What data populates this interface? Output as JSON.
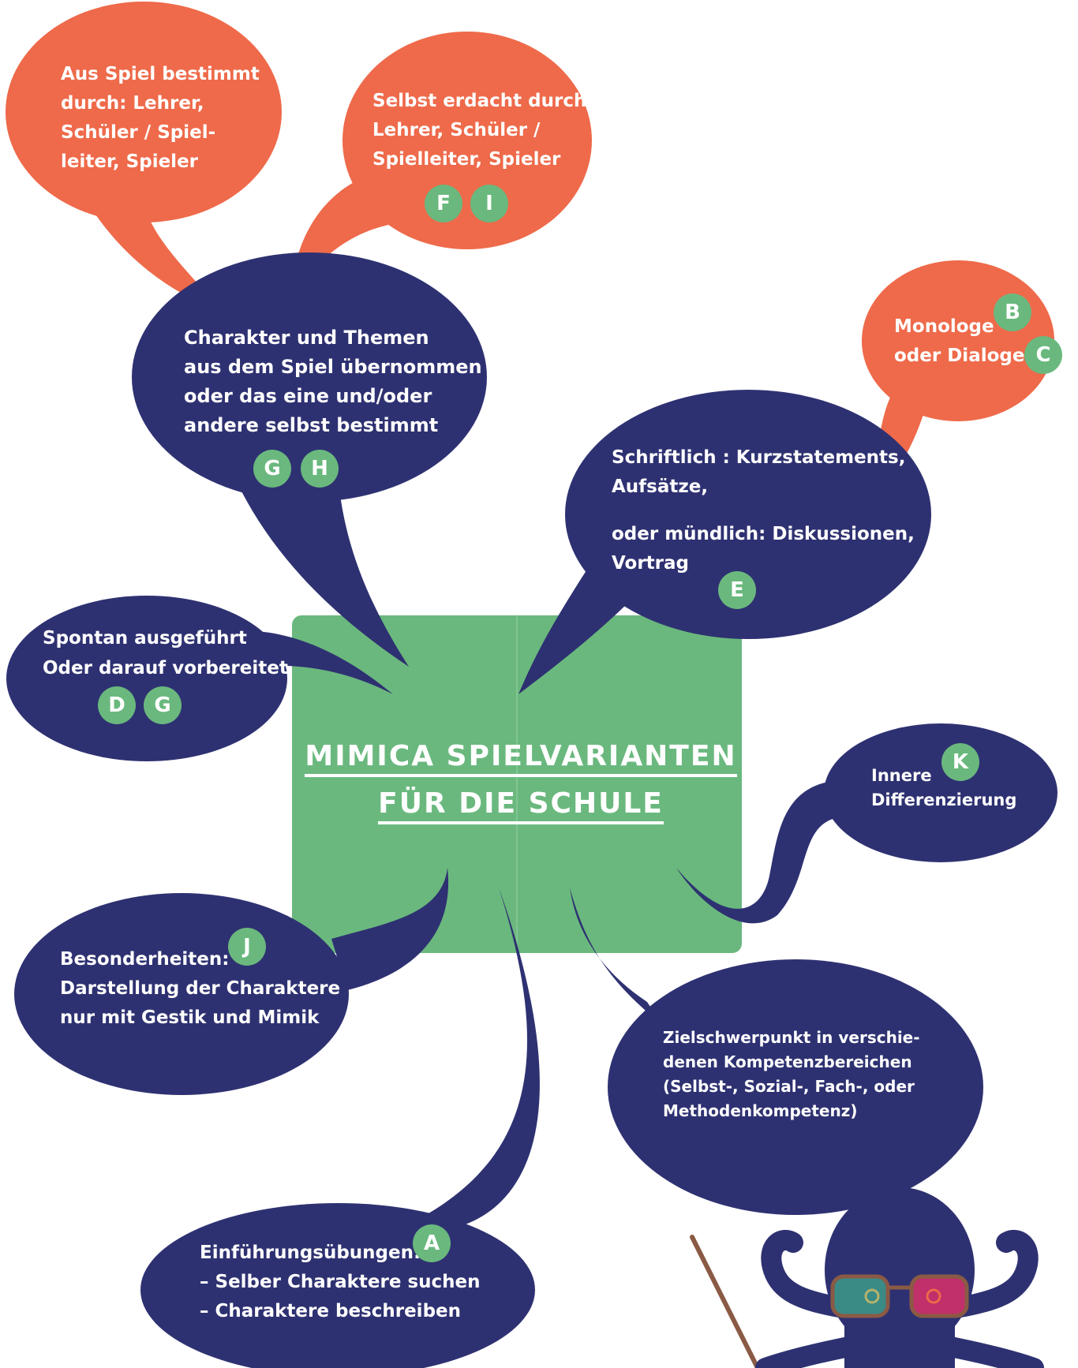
{
  "colors": {
    "orange": "#ee6a4a",
    "navy": "#2e3171",
    "green": "#6ab87e",
    "text": "#ffffff"
  },
  "center": {
    "title_line1": "MIMICA SPIELVARIANTEN",
    "title_line2": "FÜR DIE SCHULE"
  },
  "bubbles": {
    "aus_spiel": {
      "lines": [
        "Aus Spiel bestimmt",
        "durch: Lehrer,",
        "Schüler / Spiel-",
        "leiter, Spieler"
      ]
    },
    "selbst_erdacht": {
      "lines": [
        "Selbst erdacht durch:",
        "Lehrer, Schüler /",
        "Spielleiter, Spieler"
      ],
      "badges": [
        "F",
        "I"
      ]
    },
    "charakter_themen": {
      "lines": [
        "Charakter und Themen",
        "aus dem Spiel übernommen",
        "oder das eine und/oder",
        "andere selbst bestimmt"
      ],
      "badges": [
        "G",
        "H"
      ]
    },
    "monologe": {
      "lines": [
        "Monologe",
        "oder Dialoge"
      ],
      "badges": [
        "B",
        "C"
      ]
    },
    "schriftlich": {
      "lines": [
        "Schriftlich : Kurzstatements,",
        "Aufsätze,",
        "oder mündlich: Diskussionen,",
        "Vortrag"
      ],
      "badges": [
        "E"
      ]
    },
    "spontan": {
      "lines": [
        "Spontan ausgeführt",
        "Oder darauf vorbereitet"
      ],
      "badges": [
        "D",
        "G"
      ]
    },
    "innere": {
      "lines": [
        "Innere",
        "Differenzierung"
      ],
      "badges": [
        "K"
      ]
    },
    "besonderheiten": {
      "lines": [
        "Besonderheiten:",
        "Darstellung der Charaktere",
        "nur mit Gestik und Mimik"
      ],
      "badges": [
        "J"
      ]
    },
    "zielschwerpunkt": {
      "lines": [
        "Zielschwerpunkt in verschie-",
        "denen Kompetenzbereichen",
        "(Selbst-, Sozial-, Fach-, oder",
        "Methodenkompetenz)"
      ]
    },
    "einfuehrung": {
      "lines": [
        "Einführungsübungen:",
        "–  Selber Charaktere suchen",
        "–  Charaktere beschreiben"
      ],
      "badges": [
        "A"
      ]
    }
  },
  "mascot": {
    "name": "octopus-mascot"
  }
}
